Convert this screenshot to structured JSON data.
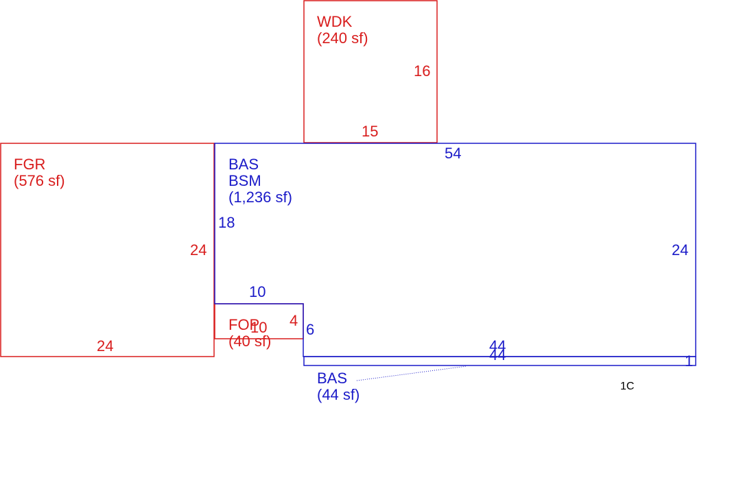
{
  "colors": {
    "red": "#d81c1c",
    "blue": "#1a1ac8",
    "black": "#000000",
    "background": "#ffffff"
  },
  "areas": {
    "wdk": {
      "line1": "WDK",
      "line2": "(240 sf)"
    },
    "fgr": {
      "line1": "FGR",
      "line2": "(576 sf)"
    },
    "bas_main": {
      "line1": "BAS",
      "line2": "BSM",
      "line3": "(1,236 sf)"
    },
    "fop": {
      "line1": "FOP",
      "line2": "(40 sf)"
    },
    "bas_small": {
      "line1": "BAS",
      "line2": "(44 sf)"
    }
  },
  "dimensions": {
    "wdk_right": "16",
    "wdk_bottom": "15",
    "bas_top": "54",
    "fgr_right": "24",
    "fgr_bottom": "24",
    "bas_left_upper": "18",
    "bas_right": "24",
    "notch_top": "10",
    "fop_bottom": "10",
    "fop_right": "4",
    "notch_right": "6",
    "strip_top": "44",
    "strip_bottom": "44",
    "strip_right": "1"
  },
  "note": {
    "text": "1C"
  }
}
